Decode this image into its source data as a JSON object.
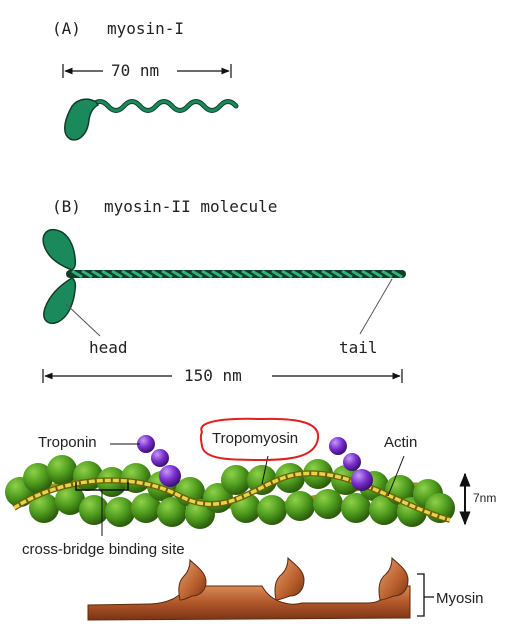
{
  "panel_a": {
    "letter": "(A)",
    "title": "myosin-I",
    "scale_label": "70 nm"
  },
  "panel_b": {
    "letter": "(B)",
    "title": "myosin-II molecule",
    "head_label": "head",
    "tail_label": "tail",
    "scale_label": "150 nm"
  },
  "thin_filament": {
    "troponin_label": "Troponin",
    "tropomyosin_label": "Tropomyosin",
    "actin_label": "Actin",
    "binding_site_label": "cross-bridge binding site",
    "width_label": "7nm",
    "myosin_label": "Myosin"
  },
  "colors": {
    "myosin_green": "#1a8a5c",
    "actin_green": "#4f9c1e",
    "tropomyosin_gold": "#d8c63a",
    "troponin_purple": "#7a2ecf",
    "highlight_red": "#e02020",
    "thick_filament_brown": "#b0562a"
  }
}
